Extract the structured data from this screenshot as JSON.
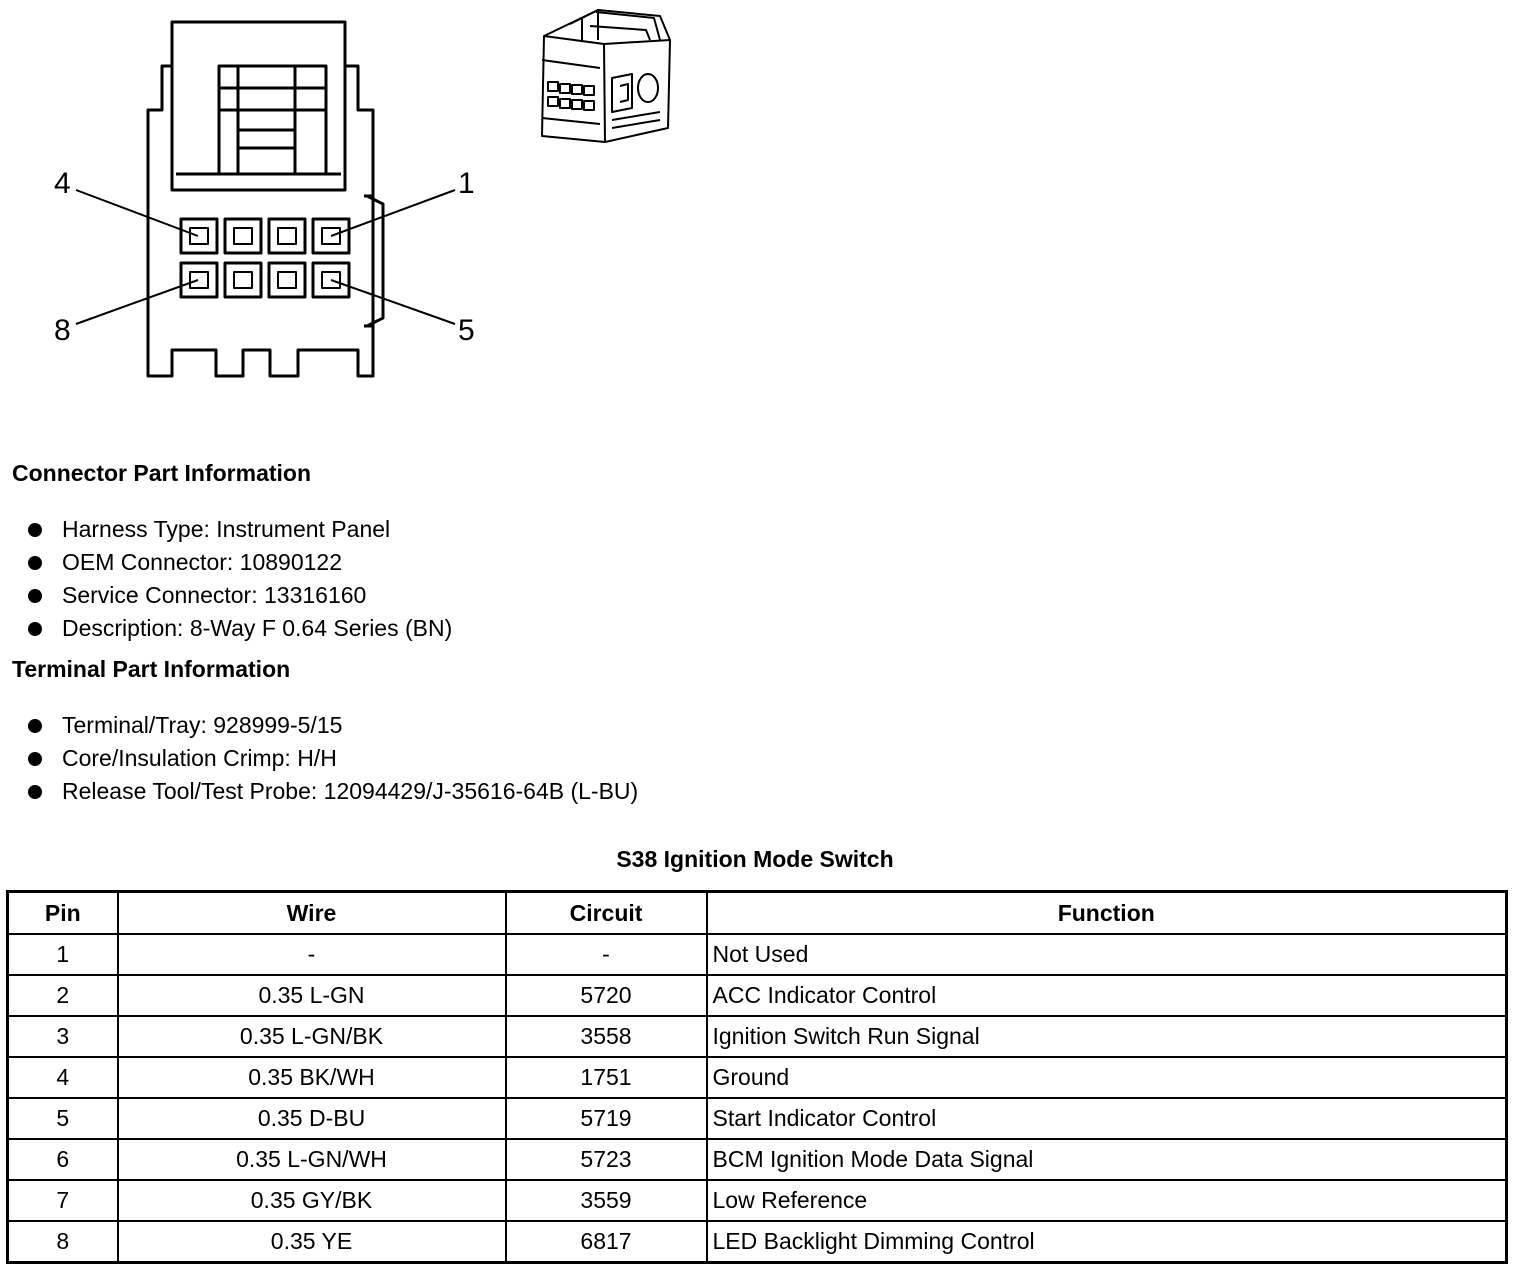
{
  "diagram": {
    "pin_callouts": {
      "p4": "4",
      "p1": "1",
      "p8": "8",
      "p5": "5"
    }
  },
  "connector_info": {
    "title": "Connector Part Information",
    "items": [
      "Harness Type: Instrument Panel",
      "OEM Connector: 10890122",
      "Service Connector: 13316160",
      "Description: 8-Way F 0.64 Series (BN)"
    ]
  },
  "terminal_info": {
    "title": "Terminal Part Information",
    "items": [
      "Terminal/Tray: 928999-5/15",
      "Core/Insulation Crimp: H/H",
      "Release Tool/Test Probe: 12094429/J-35616-64B (L-BU)"
    ]
  },
  "table": {
    "title": "S38 Ignition Mode Switch",
    "headers": {
      "pin": "Pin",
      "wire": "Wire",
      "circuit": "Circuit",
      "function": "Function"
    },
    "rows": [
      {
        "pin": "1",
        "wire": "-",
        "circuit": "-",
        "function": "Not Used"
      },
      {
        "pin": "2",
        "wire": "0.35 L-GN",
        "circuit": "5720",
        "function": "ACC Indicator Control"
      },
      {
        "pin": "3",
        "wire": "0.35 L-GN/BK",
        "circuit": "3558",
        "function": "Ignition Switch Run Signal"
      },
      {
        "pin": "4",
        "wire": "0.35 BK/WH",
        "circuit": "1751",
        "function": "Ground"
      },
      {
        "pin": "5",
        "wire": "0.35 D-BU",
        "circuit": "5719",
        "function": "Start Indicator Control"
      },
      {
        "pin": "6",
        "wire": "0.35 L-GN/WH",
        "circuit": "5723",
        "function": "BCM Ignition Mode Data Signal"
      },
      {
        "pin": "7",
        "wire": "0.35 GY/BK",
        "circuit": "3559",
        "function": "Low Reference"
      },
      {
        "pin": "8",
        "wire": "0.35 YE",
        "circuit": "6817",
        "function": "LED Backlight Dimming Control"
      }
    ]
  }
}
